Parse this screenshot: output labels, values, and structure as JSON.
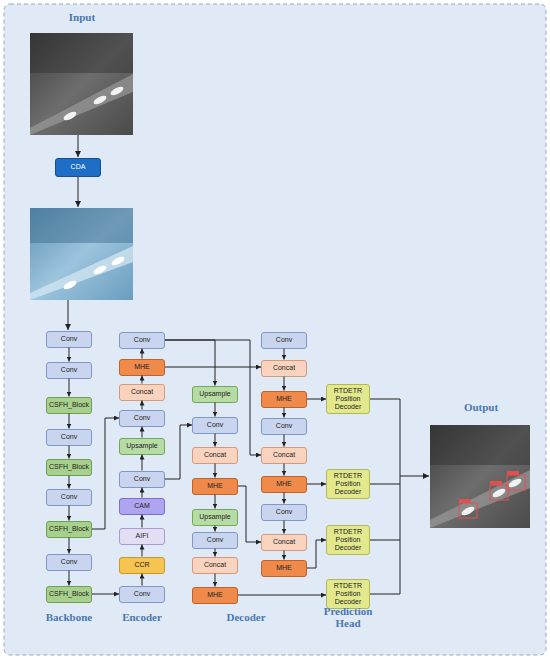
{
  "diagram": {
    "nodes": [
      {
        "text": [
          "CDA"
        ]
      },
      {
        "text": [
          "Conv"
        ]
      },
      {
        "text": [
          "Conv"
        ]
      },
      {
        "text": [
          "CSFH_Block"
        ]
      },
      {
        "text": [
          "Conv"
        ]
      },
      {
        "text": [
          "CSFH_Block"
        ]
      },
      {
        "text": [
          "Conv"
        ]
      },
      {
        "text": [
          "CSFH_Block"
        ]
      },
      {
        "text": [
          "Conv"
        ]
      },
      {
        "text": [
          "CSFH_Block"
        ]
      },
      {
        "text": [
          "Conv"
        ]
      },
      {
        "text": [
          "MHE"
        ]
      },
      {
        "text": [
          "Concat"
        ]
      },
      {
        "text": [
          "Conv"
        ]
      },
      {
        "text": [
          "Upsample"
        ]
      },
      {
        "text": [
          "Conv"
        ]
      },
      {
        "text": [
          "CAM"
        ]
      },
      {
        "text": [
          "AIFI"
        ]
      },
      {
        "text": [
          "CCR"
        ]
      },
      {
        "text": [
          "Conv"
        ]
      },
      {
        "text": [
          "Upsample"
        ]
      },
      {
        "text": [
          "Conv"
        ]
      },
      {
        "text": [
          "Concat"
        ]
      },
      {
        "text": [
          "MHE"
        ]
      },
      {
        "text": [
          "Upsample"
        ]
      },
      {
        "text": [
          "Conv"
        ]
      },
      {
        "text": [
          "Concat"
        ]
      },
      {
        "text": [
          "MHE"
        ]
      },
      {
        "text": [
          "Conv"
        ]
      },
      {
        "text": [
          "Concat"
        ]
      },
      {
        "text": [
          "MHE"
        ]
      },
      {
        "text": [
          "Conv"
        ]
      },
      {
        "text": [
          "Concat"
        ]
      },
      {
        "text": [
          "MHE"
        ]
      },
      {
        "text": [
          "Conv"
        ]
      },
      {
        "text": [
          "Concat"
        ]
      },
      {
        "text": [
          "MHE"
        ]
      },
      {
        "text": [
          "RTDETR Position Decoder"
        ]
      },
      {
        "text": [
          "RTDETR Position Decoder"
        ]
      },
      {
        "text": [
          "RTDETR Position Decoder"
        ]
      },
      {
        "text": [
          "RTDETR Position Decoder"
        ]
      }
    ],
    "edges": [
      {
        "from": 1,
        "to": 2,
        "arrow": "to"
      },
      {
        "from": 2,
        "to": 3,
        "arrow": "to"
      },
      {
        "from": 3,
        "to": 4,
        "arrow": "to"
      },
      {
        "from": 4,
        "to": 5,
        "arrow": "to"
      },
      {
        "from": 5,
        "to": 6,
        "arrow": "to"
      },
      {
        "from": 6,
        "to": 7,
        "arrow": "to"
      },
      {
        "from": 7,
        "to": 8,
        "arrow": "to"
      },
      {
        "from": 8,
        "to": 9,
        "arrow": "to"
      },
      {
        "from": 9,
        "to": 19,
        "arrow": "to"
      },
      {
        "from": 19,
        "to": 18,
        "arrow": "to"
      },
      {
        "from": 18,
        "to": 17,
        "arrow": "to"
      },
      {
        "from": 17,
        "to": 16,
        "arrow": "to"
      },
      {
        "from": 16,
        "to": 15,
        "arrow": "to"
      },
      {
        "from": 15,
        "to": 14,
        "arrow": "to"
      },
      {
        "from": 14,
        "to": 13,
        "arrow": "to"
      },
      {
        "from": 13,
        "to": 12,
        "arrow": "to"
      },
      {
        "from": 12,
        "to": 11,
        "arrow": "to"
      },
      {
        "from": 11,
        "to": 10,
        "arrow": "to"
      },
      {
        "from": 7,
        "to": 13,
        "arrow": "to"
      },
      {
        "from": 10,
        "to": 20,
        "arrow": "to"
      },
      {
        "from": 11,
        "to": 29,
        "arrow": "to"
      },
      {
        "from": 15,
        "to": 21,
        "arrow": "to"
      },
      {
        "from": 20,
        "to": 21,
        "arrow": "to"
      },
      {
        "from": 21,
        "to": 22,
        "arrow": "to"
      },
      {
        "from": 22,
        "to": 23,
        "arrow": "to"
      },
      {
        "from": 23,
        "to": 24,
        "arrow": "to"
      },
      {
        "from": 24,
        "to": 25,
        "arrow": "to"
      },
      {
        "from": 25,
        "to": 26,
        "arrow": "to"
      },
      {
        "from": 26,
        "to": 27,
        "arrow": "to"
      },
      {
        "from": 28,
        "to": 29,
        "arrow": "to"
      },
      {
        "from": 29,
        "to": 30,
        "arrow": "to"
      },
      {
        "from": 30,
        "to": 31,
        "arrow": "to"
      },
      {
        "from": 31,
        "to": 32,
        "arrow": "to"
      },
      {
        "from": 32,
        "to": 33,
        "arrow": "to"
      },
      {
        "from": 33,
        "to": 34,
        "arrow": "to"
      },
      {
        "from": 34,
        "to": 35,
        "arrow": "to"
      },
      {
        "from": 35,
        "to": 36,
        "arrow": "to"
      },
      {
        "from": 10,
        "to": 32,
        "arrow": "to"
      },
      {
        "from": 23,
        "to": 35,
        "arrow": "to"
      },
      {
        "from": 30,
        "to": 37,
        "arrow": "to"
      },
      {
        "from": 33,
        "to": 38,
        "arrow": "to"
      },
      {
        "from": 36,
        "to": 39,
        "arrow": "to"
      },
      {
        "from": 27,
        "to": 40,
        "arrow": "to"
      }
    ],
    "labels": [
      "Input",
      "Output",
      "Backbone",
      "Encoder",
      "Decoder",
      "Prediction Head"
    ]
  }
}
